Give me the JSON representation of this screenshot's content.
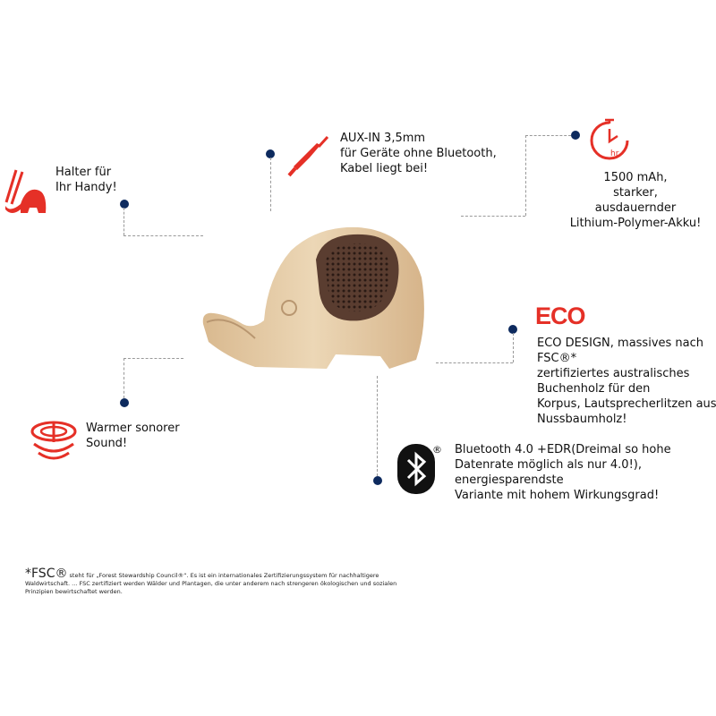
{
  "features": {
    "holder": {
      "icon": "phone-holder-elephant-icon",
      "lines": [
        "Halter für",
        "Ihr Handy!"
      ]
    },
    "aux": {
      "icon": "audio-jack-icon",
      "lines": [
        "AUX-IN 3,5mm",
        "für Geräte ohne Bluetooth,",
        "Kabel liegt bei!"
      ]
    },
    "battery": {
      "icon": "timer-hr-icon",
      "icon_text": "hr",
      "lines": [
        "1500 mAh,",
        "starker,",
        "ausdauernder",
        "Lithium-Polymer-Akku!"
      ]
    },
    "eco": {
      "badge": "ECO",
      "lines": [
        "ECO DESIGN, massives nach",
        "FSC®*",
        "zertifiziertes australisches",
        "Buchenholz für den",
        "Korpus, Lautsprecherlitzen aus",
        "Nussbaumholz!"
      ]
    },
    "sound": {
      "icon": "sound-waves-icon",
      "lines": [
        "Warmer sonorer",
        "Sound!"
      ]
    },
    "bluetooth": {
      "icon": "bluetooth-icon",
      "reg": "®",
      "lines": [
        "Bluetooth 4.0 +EDR(Dreimal so hohe",
        "Datenrate möglich als nur 4.0!),",
        "energiesparendste",
        "Variante mit hohem Wirkungsgrad!"
      ]
    }
  },
  "footnote": {
    "mark": "*FSC®",
    "text": "steht für „Forest Stewardship Council®“. Es ist ein internationales Zertifizierungssystem für nachhaltigere Waldwirtschaft. ... FSC zertifiziert werden Wälder und Plantagen, die unter anderem nach strengeren ökologischen und sozialen Prinzipien bewirtschaftet werden."
  },
  "colors": {
    "accent": "#e53027",
    "dot": "#0d2a5e",
    "wood": "#e2c9a3",
    "walnut": "#5a3d30"
  }
}
